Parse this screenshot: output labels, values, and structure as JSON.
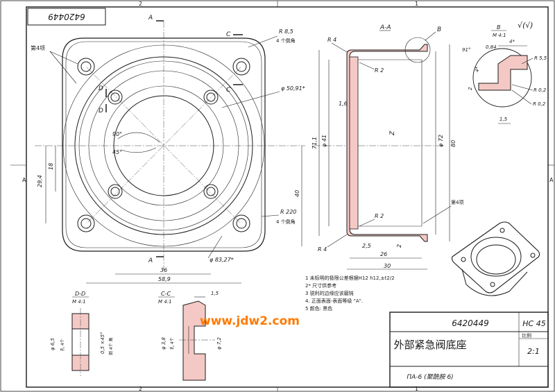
{
  "drawing_number_top": "6420449",
  "zone_marks": [
    "2",
    "1",
    "A",
    "A"
  ],
  "main_view": {
    "label_holes": "第4项",
    "sections": [
      "A",
      "A",
      "C",
      "C",
      "D",
      "D"
    ],
    "dims": {
      "r85": "R 8,5",
      "corner_note_1": "4 个倒角",
      "d5091": "φ 50,91*",
      "d8327": "φ 83,27*",
      "r220": "R 220",
      "corner_note_2": "4 个倒角",
      "a90": "90°",
      "a45": "45°",
      "d18": "18",
      "d294": "29,4",
      "d40": "40",
      "d36": "36",
      "d589": "58,9"
    }
  },
  "section_aa": {
    "title": "A-A",
    "detail_ref": "B",
    "dims": {
      "r4_top": "R 4",
      "r2_top": "R 2",
      "d16": "1,6",
      "z": "Z",
      "d711": "71,1",
      "d41": "φ 41",
      "d72": "φ 72",
      "d80": "80",
      "r2_bot": "R 2",
      "r4_bot": "R 4",
      "d25": "2,5",
      "d26": "26",
      "d30": "30",
      "d2": "2",
      "item": "第4项"
    }
  },
  "detail_b": {
    "title": "B",
    "scale": "M 4:1",
    "dims": {
      "a91": "91°",
      "d084": "0,84",
      "d4": "4*",
      "r55": "R 5,5",
      "r02a": "R 0,2",
      "r02b": "R 0,2",
      "d15": "1,5",
      "d4b": "4*",
      "d2": "2"
    }
  },
  "roughness_symbol": "√(√)",
  "section_dd": {
    "title": "D-D",
    "scale": "M 4:1",
    "dims": {
      "d65": "φ 6,5",
      "note_holes": "孔 4个",
      "chamfer": "0,5 ×45°",
      "chamfer_note": "倒 4个 角"
    }
  },
  "section_cc": {
    "title": "C-C",
    "scale": "M 4:1",
    "dims": {
      "d15": "1,5",
      "d38": "φ 3,8",
      "d72": "φ 7,2",
      "note_holes": "孔 4个"
    }
  },
  "notes": [
    "1 未标明的极限公差根据H12 h12,±t2/2",
    "2* 尺寸供参考",
    "3 锐利的边缘应该磨钝",
    "4. 正面表面-表面等级 \"A\".",
    "5 颜色: 黑色"
  ],
  "title_block": {
    "number": "6420449",
    "hardness": "HC 45",
    "name": "外部紧急阀底座",
    "scale_label": "比例",
    "scale": "2:1",
    "material": "ПА-6 (聚酰胺 6)"
  },
  "watermark": "www.jdw2.com"
}
